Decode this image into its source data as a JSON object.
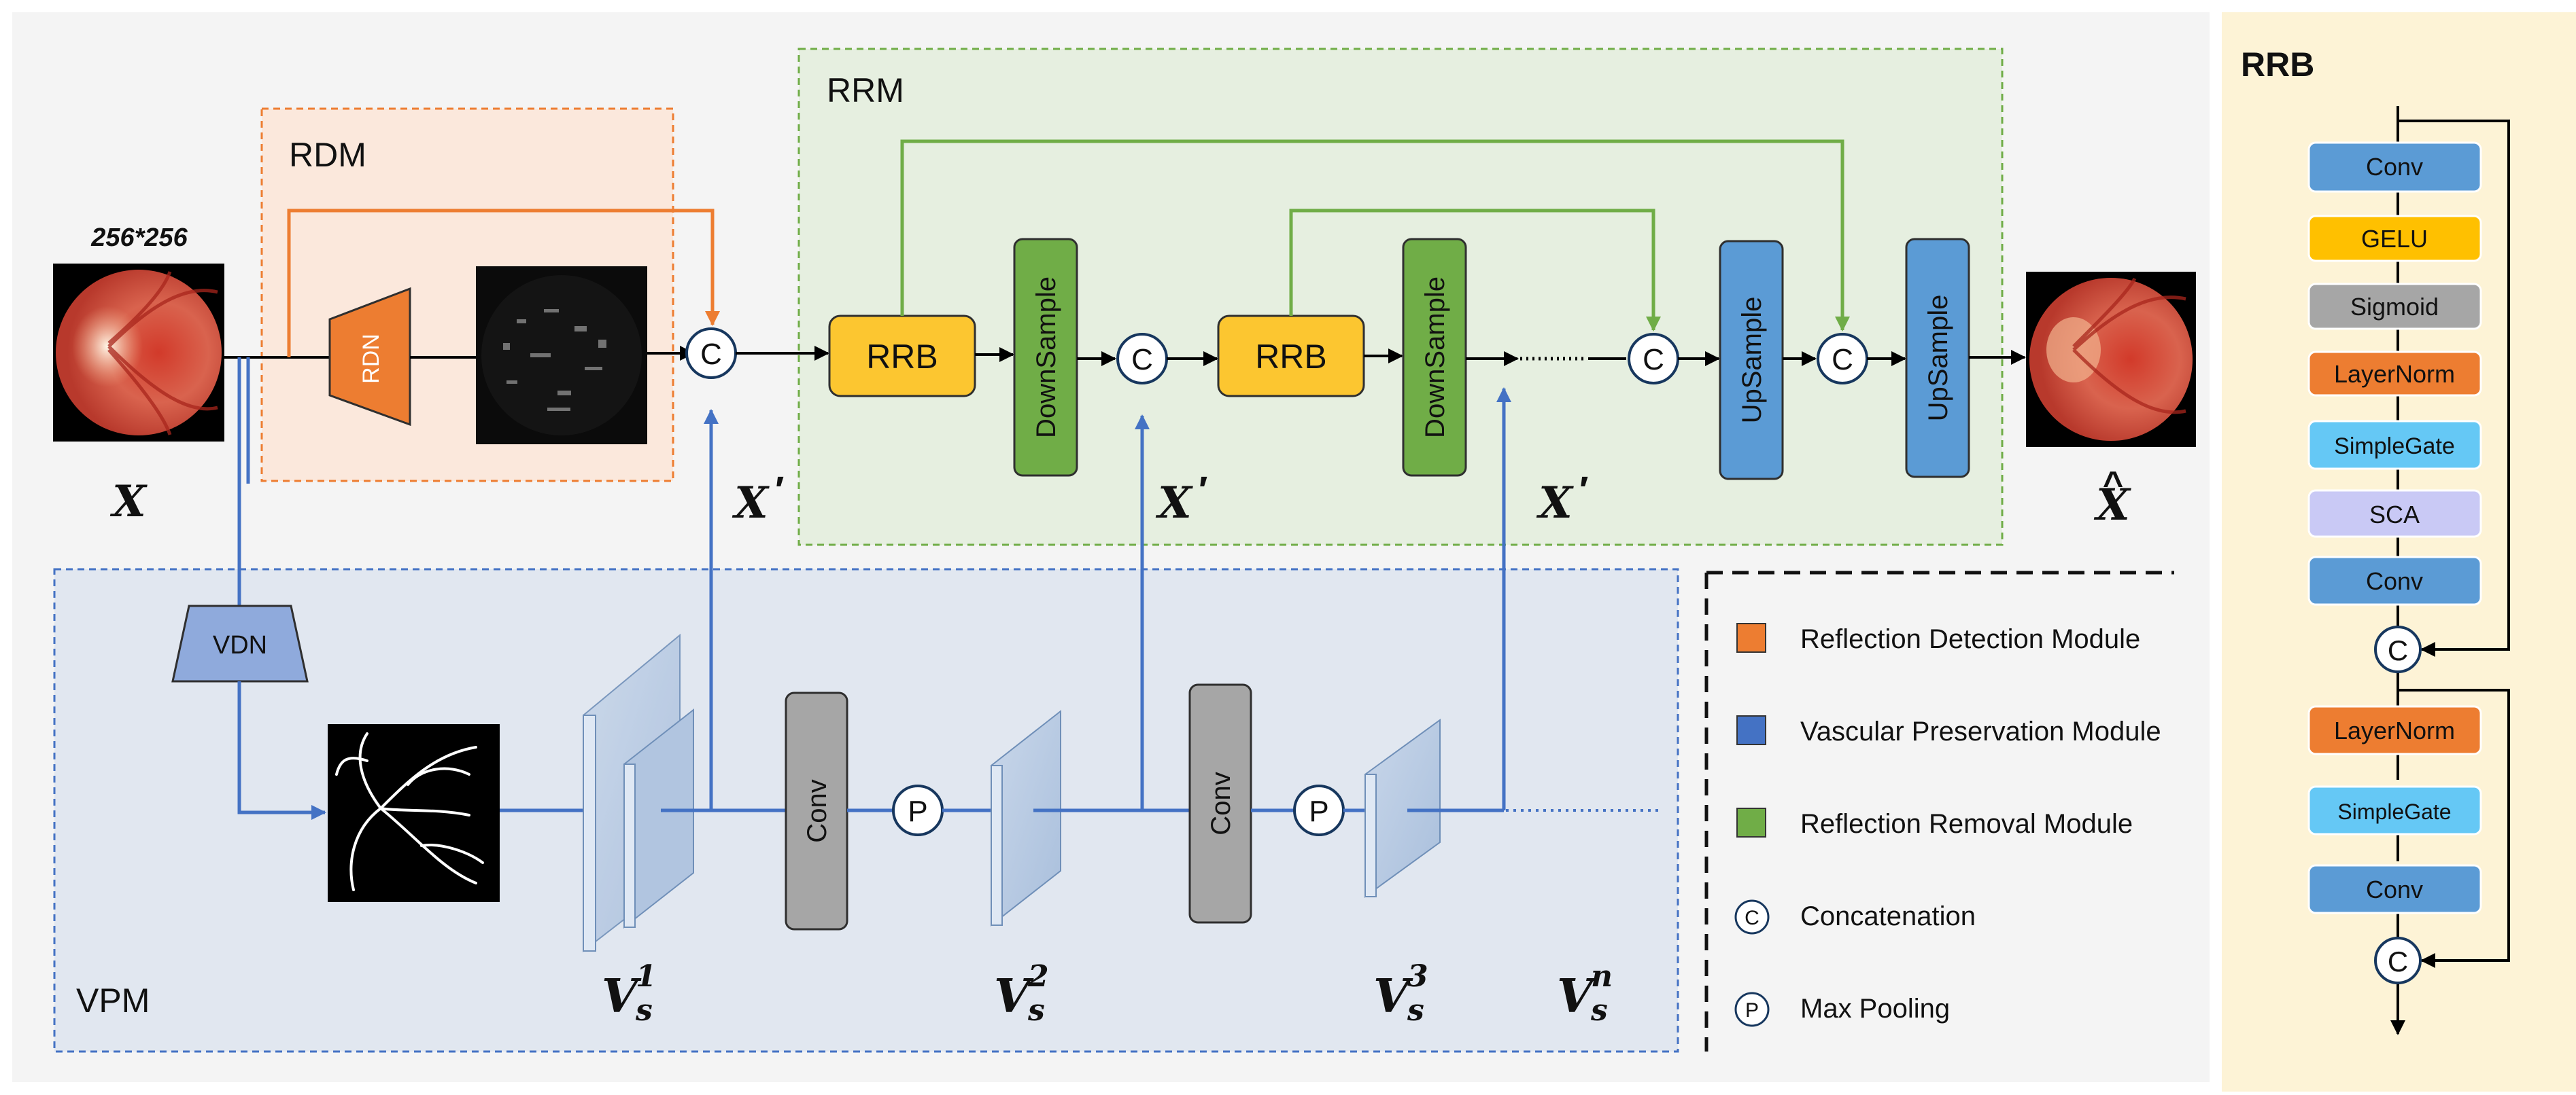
{
  "modules": {
    "rdm": "RDM",
    "rrm": "RRM",
    "vpm": "VPM",
    "rrb_panel": "RRB"
  },
  "input": {
    "size": "256*256",
    "label": "X"
  },
  "output": {
    "label": "X",
    "hat": "^"
  },
  "xprime": "X",
  "prime_mark": "′",
  "blocks": {
    "rdn": "RDN",
    "vdn": "VDN",
    "rrb": "RRB",
    "downsample": "DownSample",
    "upsample": "UpSample",
    "conv": "Conv"
  },
  "symbols": {
    "concat": "C",
    "pool": "P"
  },
  "features": [
    {
      "base": "V",
      "sub": "s",
      "sup": "1"
    },
    {
      "base": "V",
      "sub": "s",
      "sup": "2"
    },
    {
      "base": "V",
      "sub": "s",
      "sup": "3"
    },
    {
      "base": "V",
      "sub": "s",
      "sup": "n"
    }
  ],
  "legend": [
    {
      "color": "#ed7d31",
      "label": "Reflection Detection Module"
    },
    {
      "color": "#4472c4",
      "label": "Vascular Preservation Module"
    },
    {
      "color": "#70ad47",
      "label": "Reflection Removal Module"
    },
    {
      "symbol": "C",
      "label": "Concatenation"
    },
    {
      "symbol": "P",
      "label": "Max Pooling"
    }
  ],
  "rrb_layers": [
    {
      "label": "Conv",
      "color": "#5b9bd5"
    },
    {
      "label": "GELU",
      "color": "#ffc000"
    },
    {
      "label": "Sigmoid",
      "color": "#a6a6a6"
    },
    {
      "label": "LayerNorm",
      "color": "#ed7d31"
    },
    {
      "label": "SimpleGate",
      "color": "#65c8f5"
    },
    {
      "label": "SCA",
      "color": "#c9c9f5"
    },
    {
      "label": "Conv",
      "color": "#5b9bd5"
    },
    {
      "label": "LayerNorm",
      "color": "#ed7d31"
    },
    {
      "label": "SimpleGate",
      "color": "#65c8f5"
    },
    {
      "label": "Conv",
      "color": "#5b9bd5"
    }
  ],
  "colors": {
    "rdm_bg": "#fbe8dc",
    "rrm_bg": "#e6efe0",
    "vpm_bg": "#e1e7f0",
    "rrb_bg": "#fdf3d6",
    "orange": "#ed7d31",
    "blue": "#4472c4",
    "green": "#70ad47",
    "yellow": "#fcc630",
    "gray": "#999999"
  }
}
